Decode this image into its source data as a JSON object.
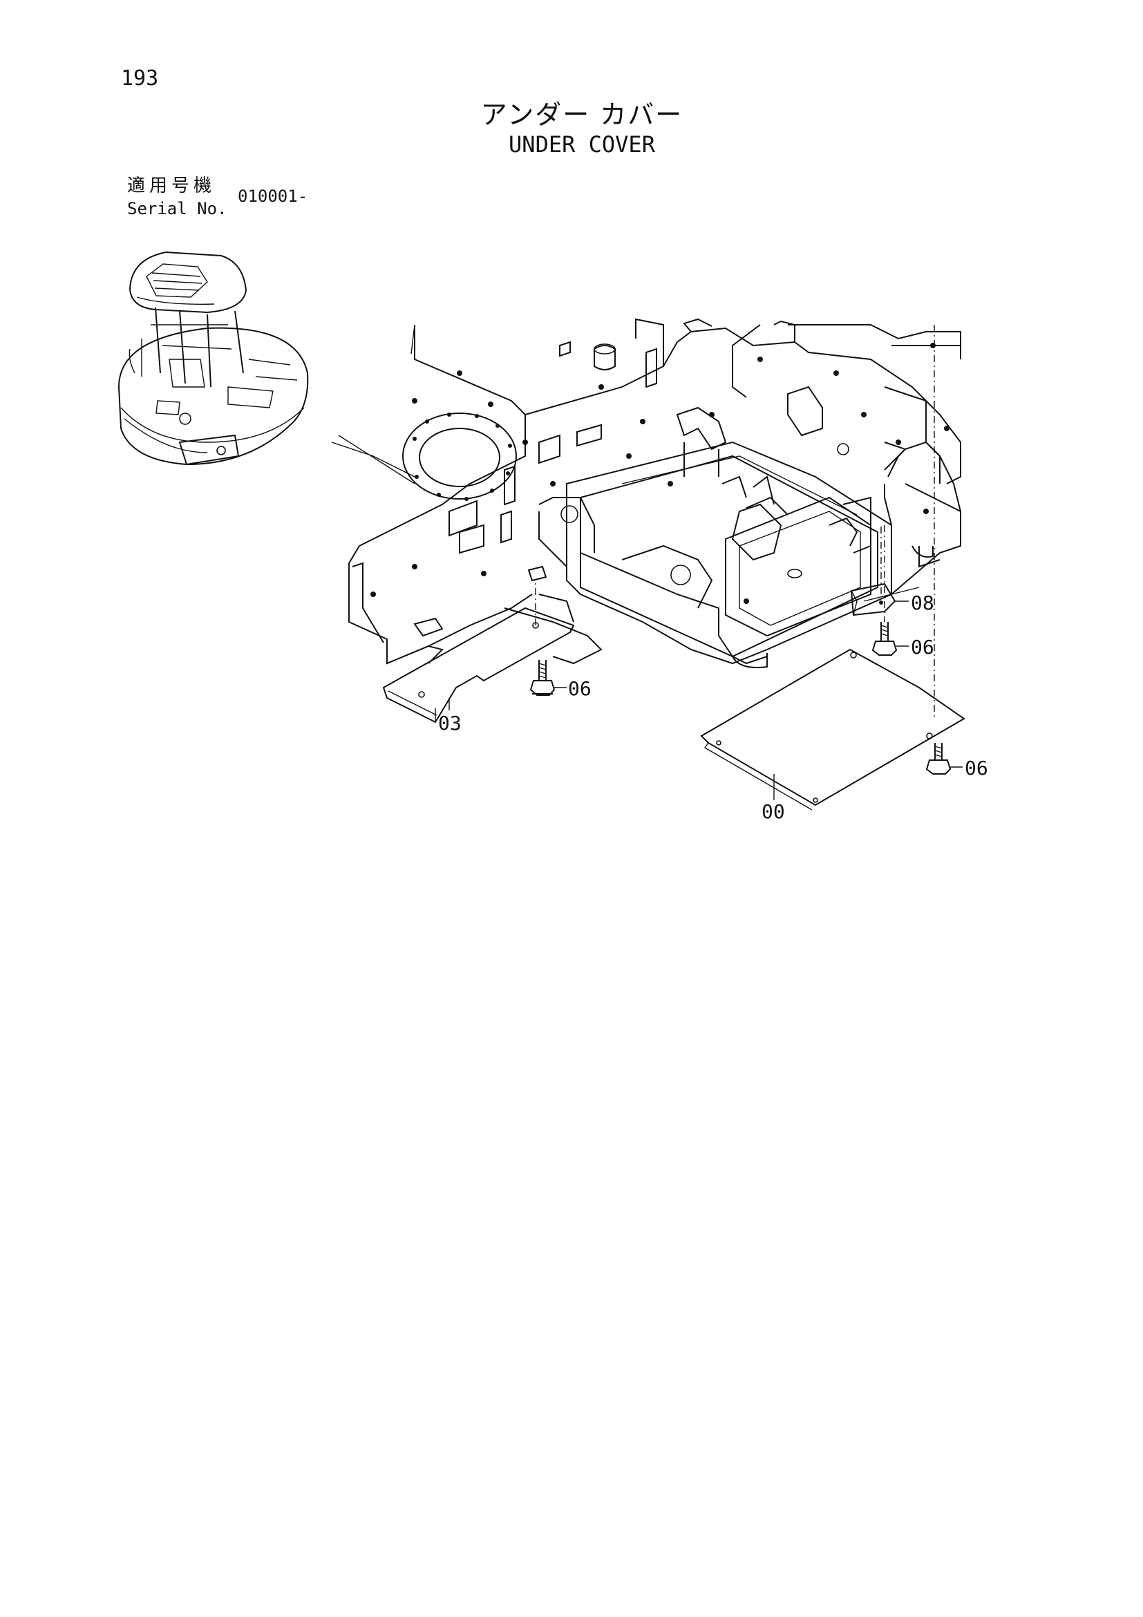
{
  "header": {
    "page_number": "193",
    "title_ja": "アンダー カバー",
    "title_en": "UNDER COVER"
  },
  "serial": {
    "label_ja": "適用号機",
    "label_en": "Serial No.",
    "value": "010001-"
  },
  "callouts": [
    {
      "id": "c08",
      "text": "08"
    },
    {
      "id": "c06a",
      "text": "06"
    },
    {
      "id": "c06b",
      "text": "06"
    },
    {
      "id": "c03",
      "text": "03"
    },
    {
      "id": "c06c",
      "text": "06"
    },
    {
      "id": "c00",
      "text": "00"
    }
  ]
}
